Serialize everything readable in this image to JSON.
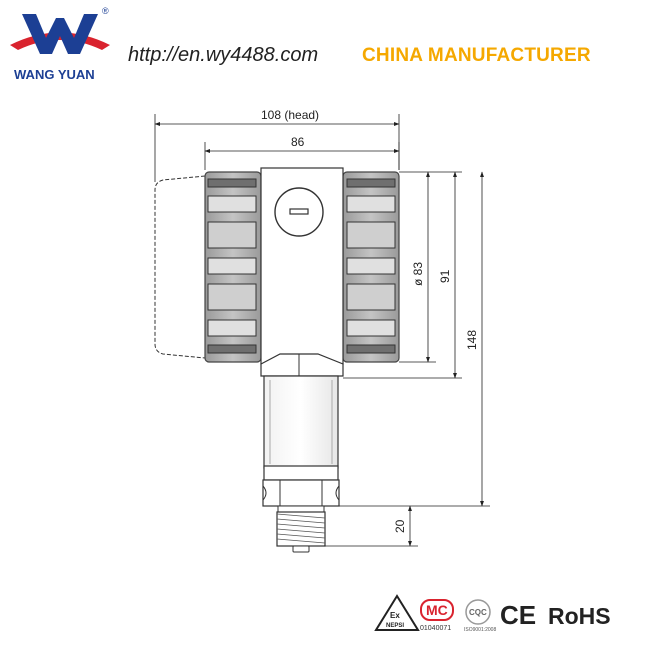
{
  "header": {
    "brand_name": "WANG YUAN",
    "registered_mark": "®",
    "website": "http://en.wy4488.com",
    "tagline": "CHINA MANUFACTURER",
    "colors": {
      "brand_blue": "#1c3f94",
      "brand_red": "#d9232e",
      "tagline_yellow": "#f5a800"
    }
  },
  "drawing": {
    "dimensions": {
      "head_width": "108 (head)",
      "body_width": "86",
      "diameter": "ø 83",
      "head_height": "91",
      "total_height": "148",
      "fitting_height": "20"
    }
  },
  "certifications": {
    "ex": {
      "top": "Ex",
      "bottom": "NEPSI"
    },
    "mc": {
      "mark": "MC",
      "number": "01040071"
    },
    "cqc": {
      "mark": "CQC",
      "caption": "ISO9001:2008"
    },
    "ce": "CE",
    "rohs": "RoHS"
  }
}
